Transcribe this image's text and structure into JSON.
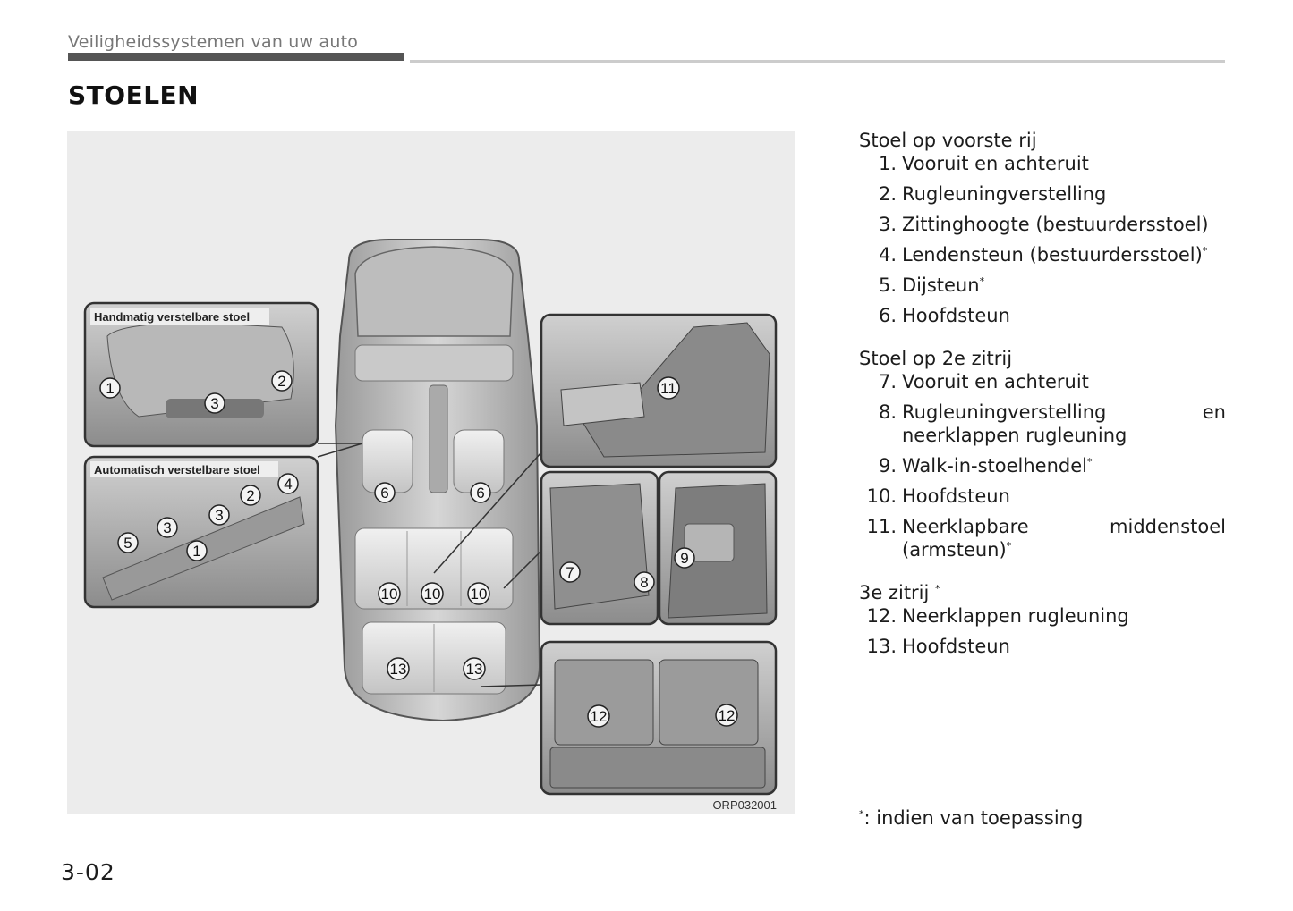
{
  "header": {
    "section": "Veiligheidssystemen van uw auto"
  },
  "page_title": "STOELEN",
  "figure": {
    "code": "ORP032001",
    "manual_label": "Handmatig verstelbare stoel",
    "auto_label": "Automatisch verstelbare stoel",
    "callouts": {
      "n1": "1",
      "n2": "2",
      "n3": "3",
      "n4": "4",
      "n5": "5",
      "n6": "6",
      "n7": "7",
      "n8": "8",
      "n9": "9",
      "n10": "10",
      "n11": "11",
      "n12": "12",
      "n13": "13"
    }
  },
  "legend": {
    "front": {
      "title": "Stoel op voorste rij",
      "items": [
        {
          "num": "1.",
          "text": "Vooruit en achteruit"
        },
        {
          "num": "2.",
          "text": "Rugleuningverstelling"
        },
        {
          "num": "3.",
          "text": "Zittinghoogte (bestuurdersstoel)"
        },
        {
          "num": "4.",
          "text": "Lendensteun (bestuurdersstoel)",
          "sup": "*"
        },
        {
          "num": "5.",
          "text": "Dijsteun",
          "sup": "*"
        },
        {
          "num": "6.",
          "text": "Hoofdsteun"
        }
      ]
    },
    "second": {
      "title": "Stoel op 2e zitrij",
      "items": [
        {
          "num": "7.",
          "text": "Vooruit en achteruit"
        },
        {
          "num": "8.",
          "text": "Rugleuningverstelling en neerklappen rugleuning"
        },
        {
          "num": "9.",
          "text": "Walk-in-stoelhendel",
          "sup": "*"
        },
        {
          "num": "10.",
          "text": "Hoofdsteun"
        },
        {
          "num": "11.",
          "text": "Neerklapbare middenstoel (armsteun)",
          "sup": "*"
        }
      ]
    },
    "third": {
      "title": "3e zitrij",
      "title_sup": "*",
      "items": [
        {
          "num": "12.",
          "text": "Neerklappen rugleuning"
        },
        {
          "num": "13.",
          "text": "Hoofdsteun"
        }
      ]
    }
  },
  "footnote": {
    "mark": "*",
    "text": ": indien van toepassing"
  },
  "page_number": "3-02"
}
